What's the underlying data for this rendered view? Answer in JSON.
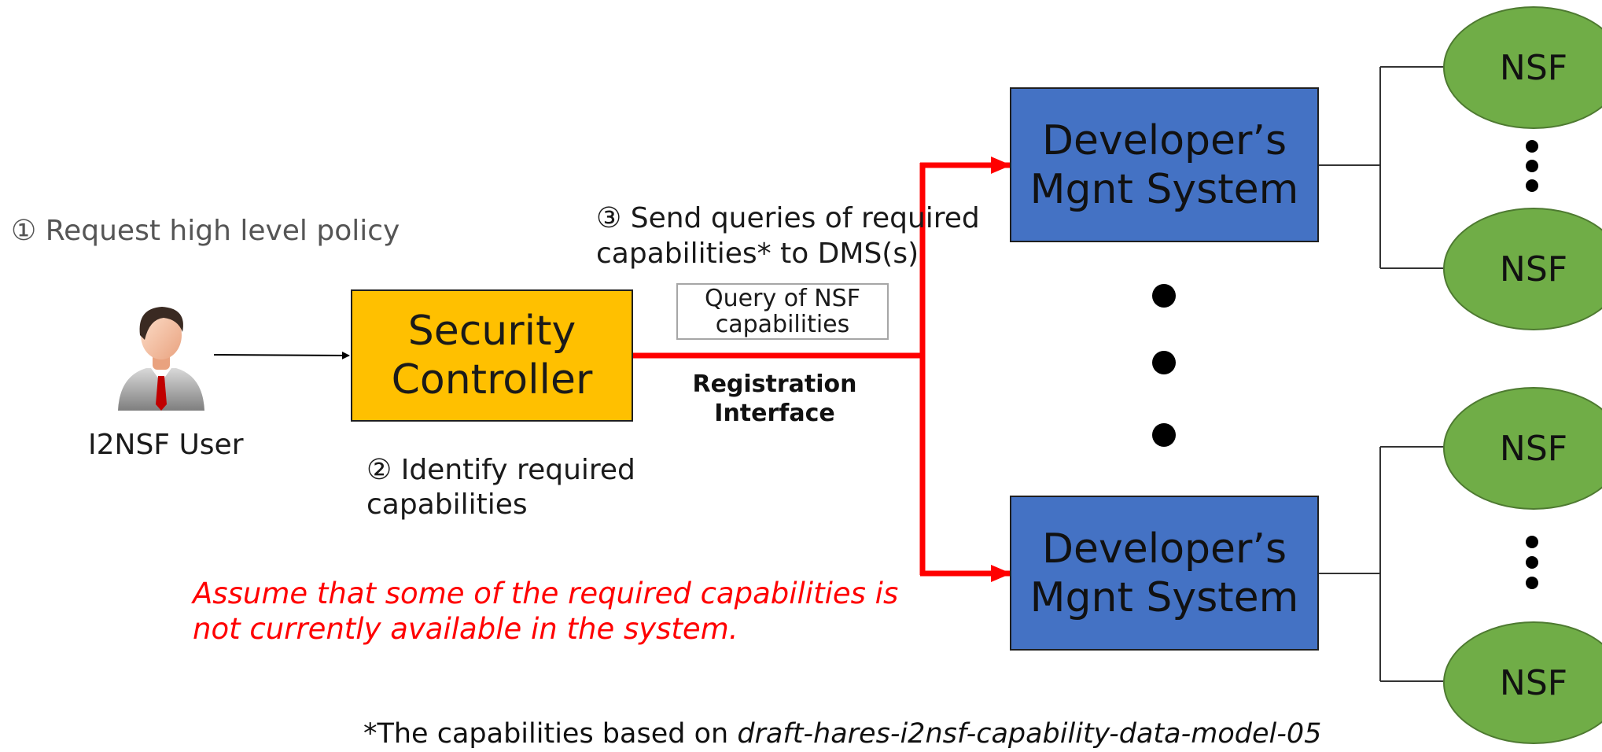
{
  "step1": "① Request high level policy",
  "step2_line1": "② Identify required",
  "step2_line2": "capabilities",
  "step3_line1": "③ Send queries of required",
  "step3_line2": "capabilities* to DMS(s)",
  "user_label": "I2NSF User",
  "security_controller": {
    "line1": "Security",
    "line2": "Controller"
  },
  "query_box": {
    "line1": "Query of NSF",
    "line2": "capabilities"
  },
  "registration": {
    "line1": "Registration",
    "line2": "Interface"
  },
  "dms_top": {
    "line1": "Developer’s",
    "line2": "Mgnt System"
  },
  "dms_bottom": {
    "line1": "Developer’s",
    "line2": "Mgnt System"
  },
  "nsf_labels": [
    "NSF",
    "NSF",
    "NSF",
    "NSF"
  ],
  "assume_line1": "Assume that some of the required capabilities is",
  "assume_line2": "not currently available in the system.",
  "footnote_prefix": "*The capabilities based on ",
  "footnote_ref": "draft-hares-i2nsf-capability-data-model-05",
  "colors": {
    "security_controller": "#ffc000",
    "dms": "#4472c4",
    "nsf": "#70ad47",
    "registration_link": "#ff0000",
    "assume_text": "#ff0000"
  }
}
